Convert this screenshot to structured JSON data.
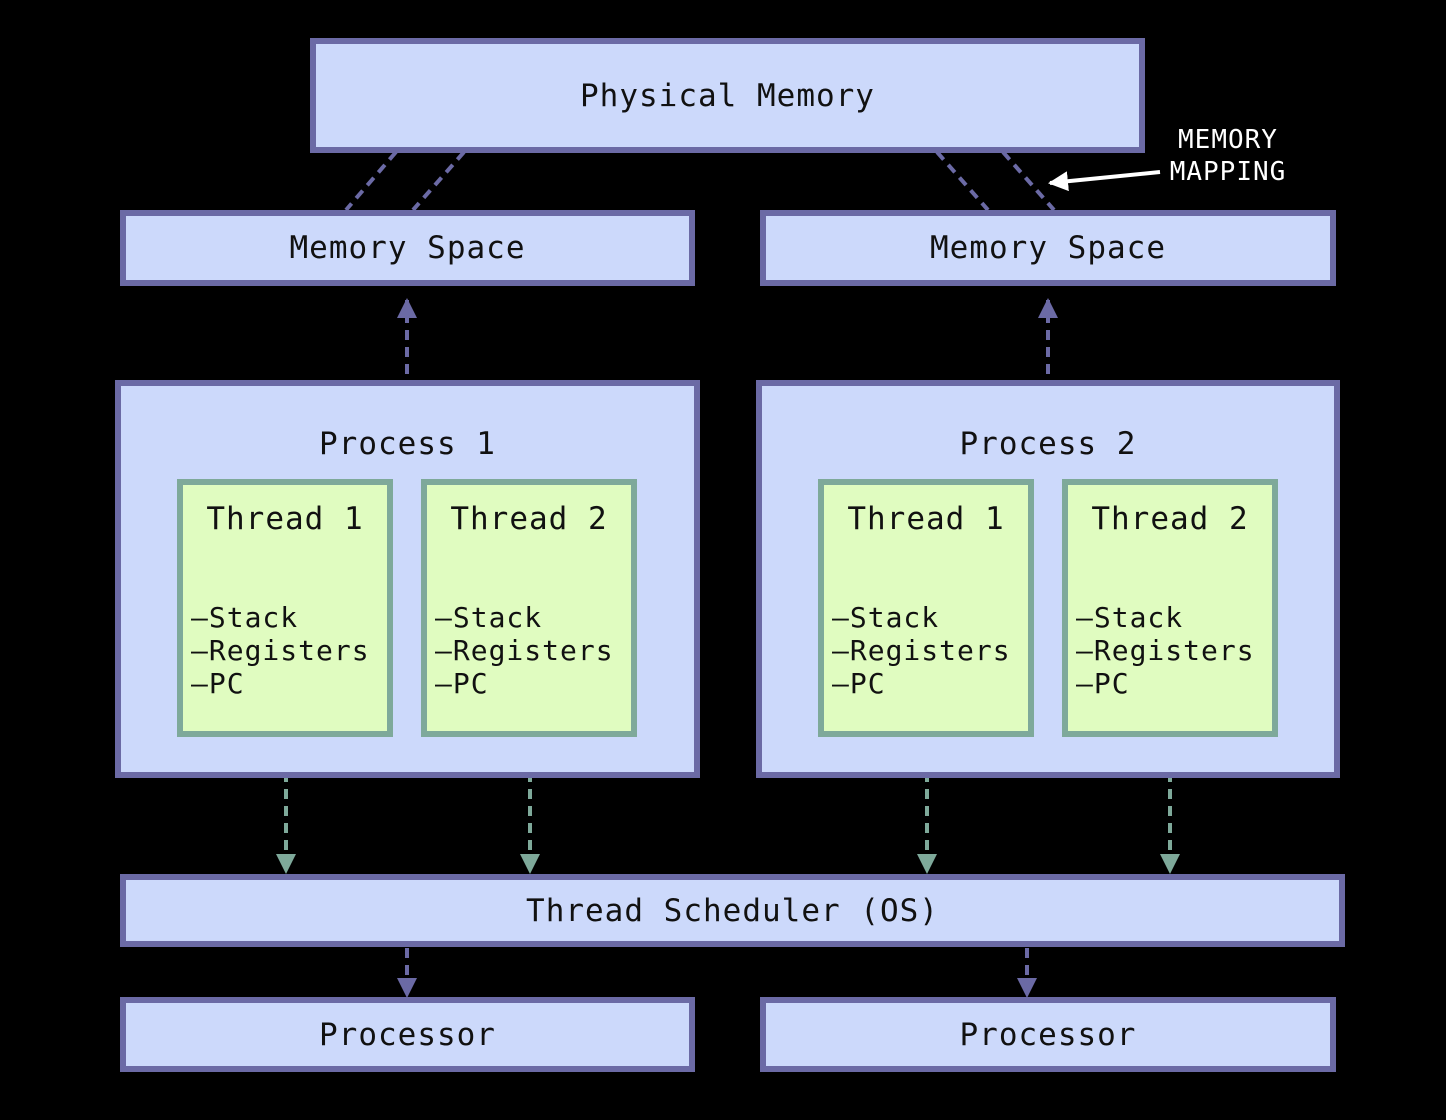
{
  "physical_memory": {
    "label": "Physical Memory"
  },
  "annotation": {
    "line1": "MEMORY",
    "line2": "MAPPING"
  },
  "memory_spaces": [
    {
      "label": "Memory Space"
    },
    {
      "label": "Memory Space"
    }
  ],
  "processes": [
    {
      "title": "Process 1",
      "threads": [
        {
          "title": "Thread 1",
          "items": [
            "Stack",
            "Registers",
            "PC"
          ]
        },
        {
          "title": "Thread 2",
          "items": [
            "Stack",
            "Registers",
            "PC"
          ]
        }
      ]
    },
    {
      "title": "Process 2",
      "threads": [
        {
          "title": "Thread 1",
          "items": [
            "Stack",
            "Registers",
            "PC"
          ]
        },
        {
          "title": "Thread 2",
          "items": [
            "Stack",
            "Registers",
            "PC"
          ]
        }
      ]
    }
  ],
  "scheduler": {
    "label": "Thread Scheduler (OS)"
  },
  "processors": [
    {
      "label": "Processor"
    },
    {
      "label": "Processor"
    }
  ],
  "colors": {
    "background": "#000000",
    "box_fill": "#ccd9fb",
    "box_border": "#6b6aa5",
    "thread_fill": "#e0fcc0",
    "thread_border": "#7ea99a",
    "annotation_text": "#ffffff"
  }
}
